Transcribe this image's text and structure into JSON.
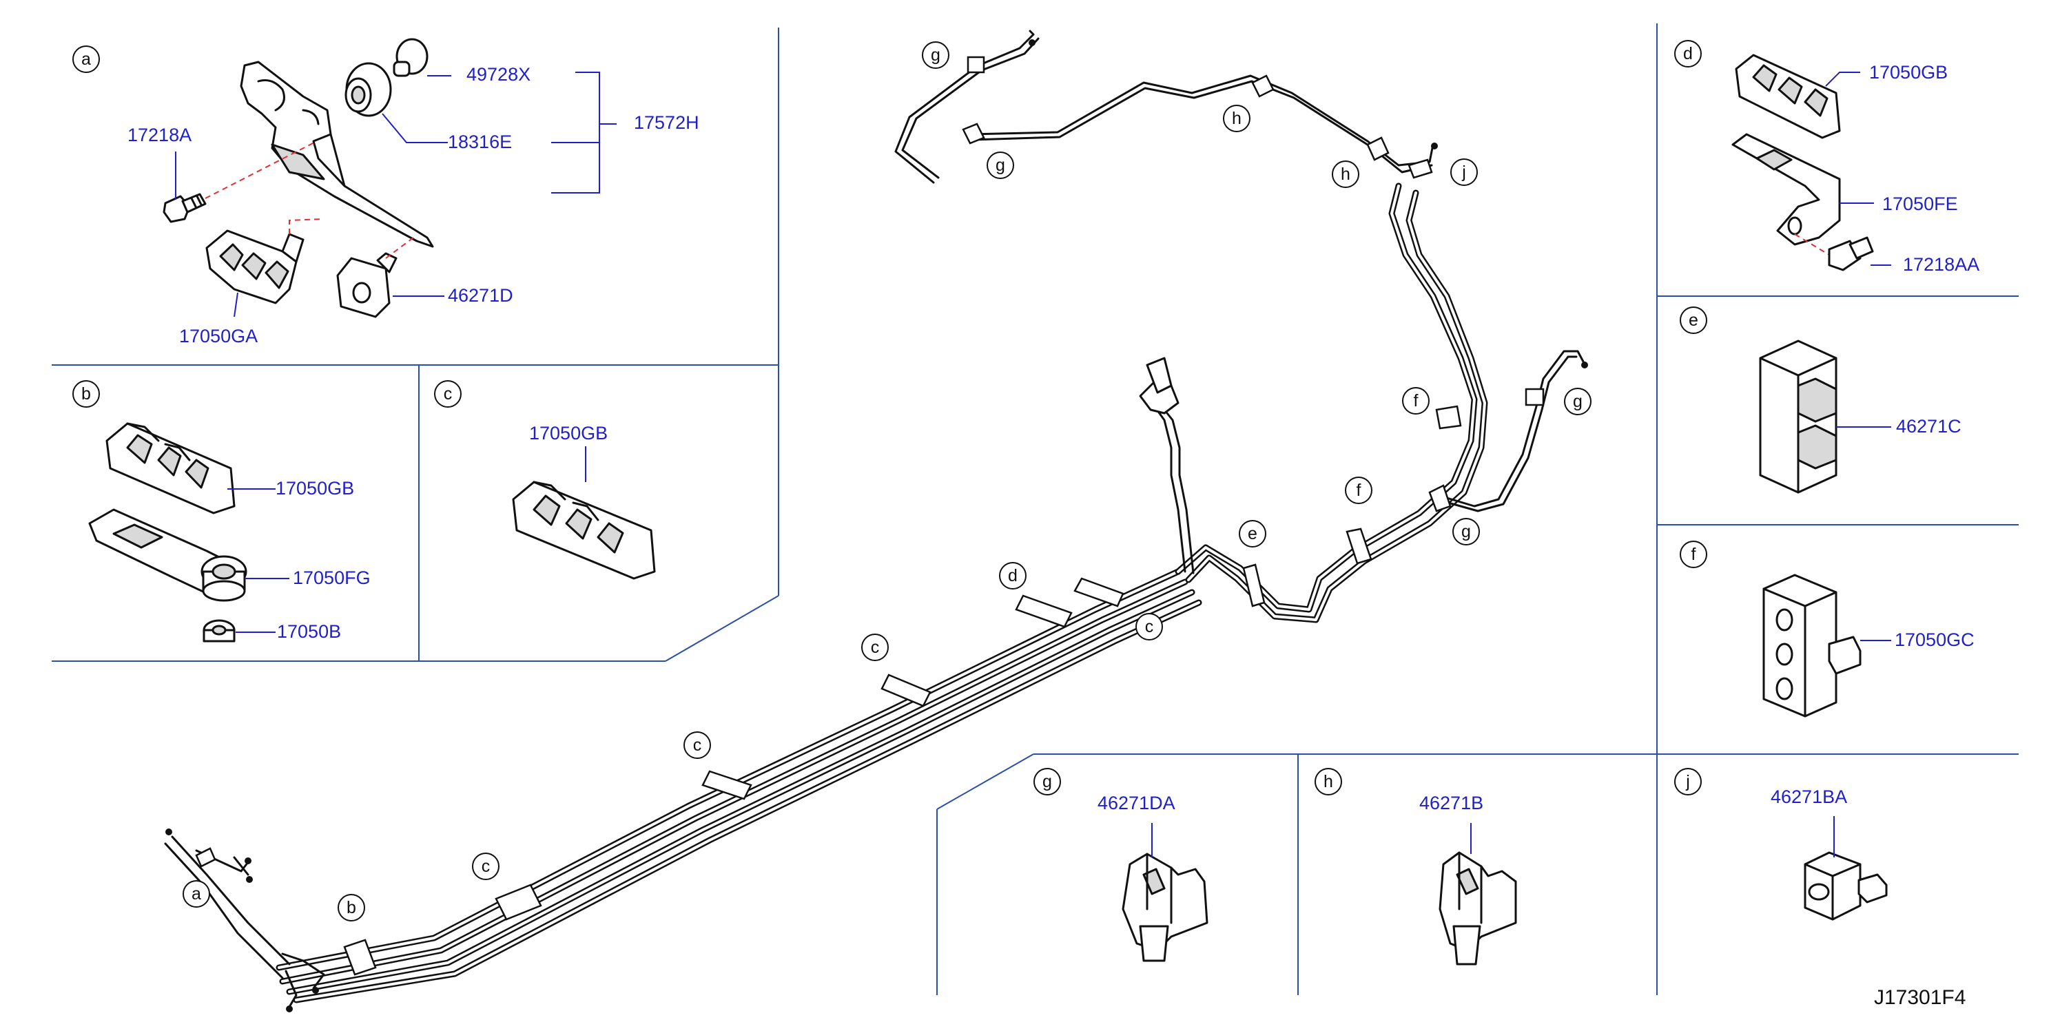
{
  "drawing_code": "J17301F4",
  "section_letters": {
    "a": "a",
    "b": "b",
    "c": "c",
    "d": "d",
    "e": "e",
    "f": "f",
    "g": "g",
    "h": "h",
    "j": "j"
  },
  "parts": {
    "p49728X": "49728X",
    "p18316E": "18316E",
    "p17572H": "17572H",
    "p17218A": "17218A",
    "p46271D": "46271D",
    "p17050GA": "17050GA",
    "p17050GB": "17050GB",
    "p17050FG": "17050FG",
    "p17050B": "17050B",
    "p17050FE": "17050FE",
    "p17218AA": "17218AA",
    "p46271C": "46271C",
    "p17050GC": "17050GC",
    "p46271DA": "46271DA",
    "p46271B": "46271B",
    "p46271BA": "46271BA"
  },
  "colors": {
    "part_number": "#1f1fcc",
    "frame_line": "#2a4fa8",
    "hidden_dash": "#e03030",
    "line_art": "#111111"
  }
}
